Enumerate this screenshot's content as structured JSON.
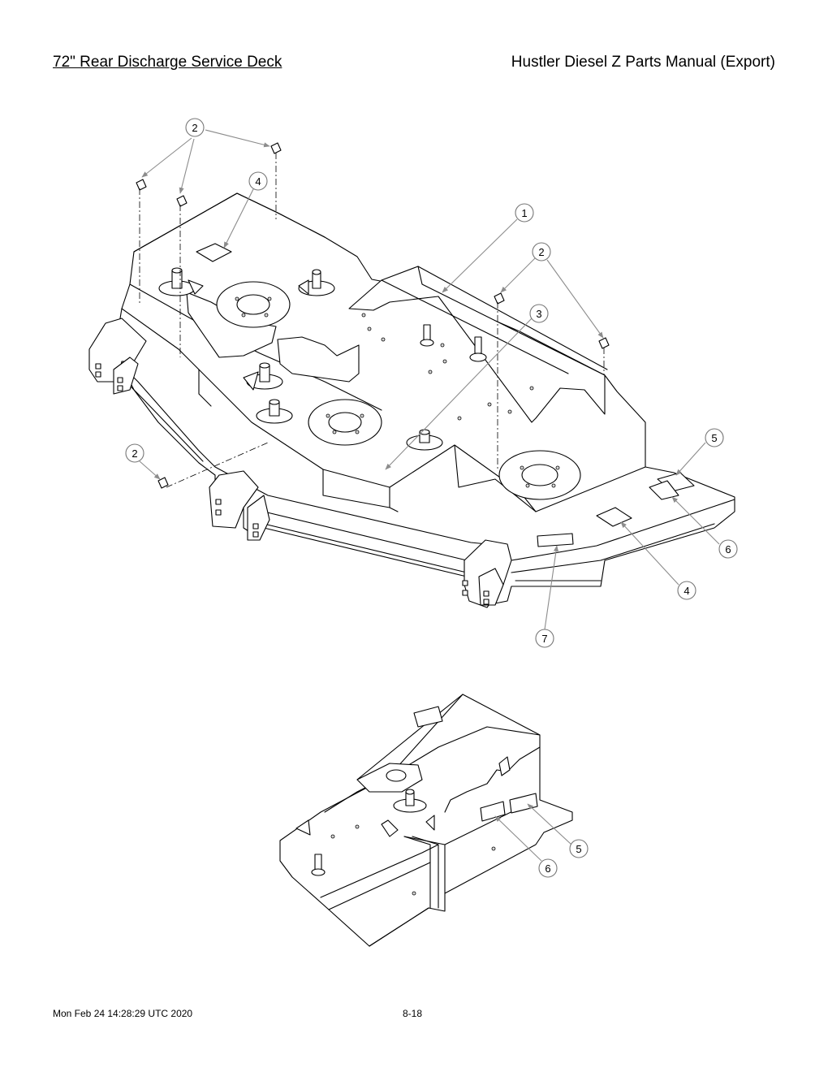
{
  "header": {
    "title": "72\" Rear Discharge Service Deck",
    "manual": "Hustler Diesel Z Parts Manual (Export)"
  },
  "footer": {
    "timestamp": "Mon Feb 24 14:28:29 UTC 2020",
    "page_number": "8-18"
  },
  "callouts": {
    "main_view": [
      "2",
      "4",
      "1",
      "2",
      "3",
      "2",
      "5",
      "6",
      "4",
      "7"
    ],
    "detail_view": [
      "5",
      "6"
    ]
  }
}
